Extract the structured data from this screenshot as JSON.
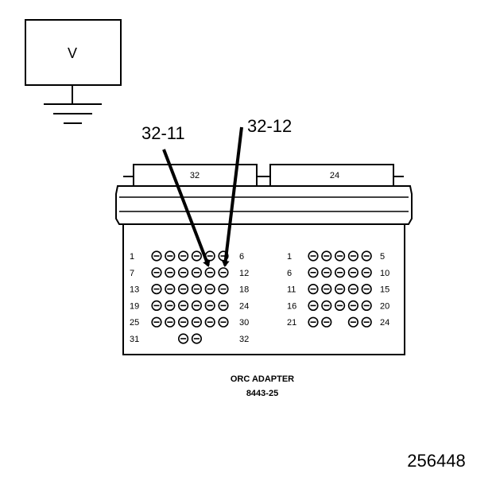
{
  "voltmeter": {
    "label": "V"
  },
  "callouts": {
    "left": "32-11",
    "right": "32-12"
  },
  "connectors": {
    "left": {
      "header_label": "32",
      "rows": [
        {
          "start": "1",
          "end": "6",
          "pins": 6
        },
        {
          "start": "7",
          "end": "12",
          "pins": 6
        },
        {
          "start": "13",
          "end": "18",
          "pins": 6
        },
        {
          "start": "19",
          "end": "24",
          "pins": 6
        },
        {
          "start": "25",
          "end": "30",
          "pins": 6
        },
        {
          "start": "31",
          "end": "32",
          "pins": 2
        }
      ]
    },
    "right": {
      "header_label": "24",
      "rows": [
        {
          "start": "1",
          "end": "5",
          "pins": 5
        },
        {
          "start": "6",
          "end": "10",
          "pins": 5
        },
        {
          "start": "11",
          "end": "15",
          "pins": 5
        },
        {
          "start": "16",
          "end": "20",
          "pins": 5
        },
        {
          "start": "21",
          "end": "24",
          "pins": 4
        }
      ]
    }
  },
  "adapter": {
    "name": "ORC ADAPTER",
    "part_number": "8443-25"
  },
  "figure_number": "256448"
}
